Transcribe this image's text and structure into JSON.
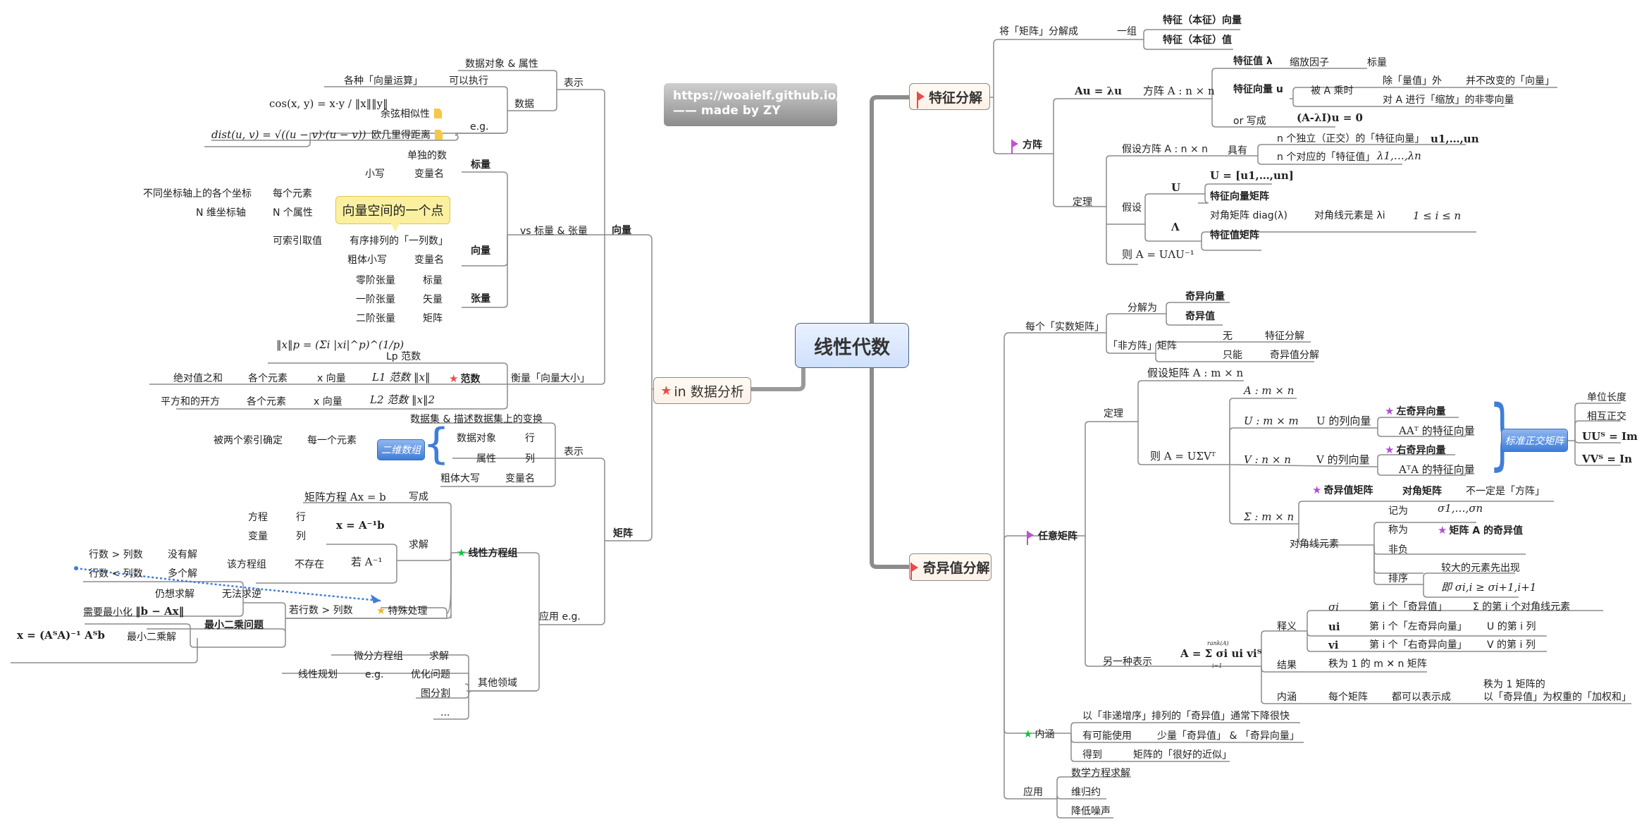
{
  "central": {
    "title": "线性代数"
  },
  "credit": {
    "line1": "https://woaielf.github.io/",
    "line2": "—— made by ZY"
  },
  "colors": {
    "accent_red": "#e84b4b",
    "accent_purple": "#c04fd3",
    "accent_green": "#11c240",
    "accent_blue": "#3f7ed8",
    "callout_yellow": "#fbf0a0"
  },
  "left": {
    "root": {
      "label": "in 数据分析",
      "icon": "star-icon"
    },
    "vector": {
      "label": "向量",
      "repr": {
        "label": "表示",
        "children": [
          "数据对象 & 属性"
        ],
        "data": "数据",
        "exec": "可以执行",
        "ops": "各种「向量运算」",
        "eg": "e.g.",
        "cos_formula": "cos(x, y) = x·y / ‖x‖‖y‖",
        "cos_label": "余弦相似性",
        "dist_formula": "dist(u, v) = √((u − v)·(u − v))",
        "dist_label": "欧几里得距离"
      },
      "vs": {
        "label": "vs 标量 & 张量",
        "scalar": {
          "label": "标量",
          "a": "单独的数",
          "b1": "小写",
          "b2": "变量名"
        },
        "vector": {
          "label": "向量",
          "callout": "向量空间的一个点",
          "e1a": "不同坐标轴上的各个坐标",
          "e1b": "每个元素",
          "e2a": "N 维坐标轴",
          "e2b": "N 个属性",
          "idx1": "可索引取值",
          "idx2": "有序排列的「一列数」",
          "n1": "粗体小写",
          "n2": "变量名"
        },
        "tensor": {
          "label": "张量",
          "rows": [
            [
              "零阶张量",
              "标量"
            ],
            [
              "一阶张量",
              "矢量"
            ],
            [
              "二阶张量",
              "矩阵"
            ]
          ]
        }
      },
      "norm": {
        "label": "范数",
        "icon": "star-icon",
        "measure": "衡量「向量大小」",
        "lp_formula": "‖x‖p = (Σi |xi|^p)^(1/p)",
        "lp_label": "Lp 范数",
        "l1": [
          "绝对值之和",
          "各个元素",
          "x 向量",
          "L1 范数 ‖x‖"
        ],
        "l2": [
          "平方和的开方",
          "各个元素",
          "x 向量",
          "L2 范数 ‖x‖2"
        ]
      }
    },
    "matrix": {
      "label": "矩阵",
      "repr": {
        "label": "表示",
        "top": "数据集 & 描述数据集上的变换",
        "box": "二维数组",
        "elem1": "被两个索引确定",
        "elem2": "每一个元素",
        "rows": [
          [
            "数据对象",
            "行"
          ],
          [
            "属性",
            "列"
          ]
        ],
        "n1": "粗体大写",
        "n2": "变量名"
      },
      "apply": {
        "label": "应用 e.g.",
        "linear": {
          "label": "线性方程组",
          "icon": "star-icon",
          "write1": "矩阵方程 Ax = b",
          "write2": "写成",
          "solve": "求解",
          "inv_formula": "x = A⁻¹b",
          "eq": [
            [
              "方程",
              "行"
            ],
            [
              "变量",
              "列"
            ]
          ],
          "noinv": [
            "若 A⁻¹",
            "不存在",
            "该方程组"
          ],
          "cases": [
            [
              "行数 > 列数",
              "没有解"
            ],
            [
              "行数 < 列数",
              "多个解"
            ]
          ],
          "special": {
            "label": "特殊处理",
            "cond": "若行数 > 列数",
            "ls": "最小二乘问题",
            "still1": "仍想求解",
            "still2": "无法求逆",
            "min1": "需要最小化",
            "min2": "‖b − Ax‖",
            "sol1": "x = (AᵀA)⁻¹ Aᵀb",
            "sol2": "最小二乘解"
          }
        },
        "other": {
          "label": "其他领域",
          "items": [
            [
              "微分方程组",
              "求解"
            ],
            [
              "线性规划",
              "e.g.",
              "优化问题"
            ],
            [
              "图分割"
            ],
            [
              "..."
            ]
          ]
        }
      }
    }
  },
  "right": {
    "eig": {
      "label": "特征分解",
      "icon": "flag-icon",
      "decomp": {
        "a": "将「矩阵」分解成",
        "b": "一组",
        "items": [
          "特征（本征）向量",
          "特征（本征）值"
        ]
      },
      "square": {
        "label": "方阵",
        "icon": "flag-icon",
        "def": {
          "eq": "Au = λu",
          "mat": "方阵 A : n × n",
          "val": [
            "特征值 λ",
            "缩放因子",
            "标量"
          ],
          "vec": [
            "特征向量 u",
            "被 A 乘时"
          ],
          "vec_desc": [
            [
              "除「量值」外",
              "并不改变的「向量」"
            ],
            [
              "对 A 进行「缩放」的非零向量"
            ]
          ],
          "or": [
            "or 写成",
            "(A-λI)u = 0"
          ]
        },
        "thm": {
          "label": "定理",
          "assume": "假设方阵 A : n × n",
          "has": "具有",
          "has_items": [
            [
              "n 个独立（正交）的「特征向量」",
              "u1,…,un"
            ],
            [
              "n 个对应的「特征值」",
              "λ1,…,λn"
            ]
          ],
          "suppose": "假设",
          "U": "U",
          "U_def": "U = [u1,…,un]",
          "U_name": "特征向量矩阵",
          "L": "Λ",
          "L_def": [
            "对角矩阵 diag(λ)",
            "对角线元素是 λi",
            "1 ≤ i ≤ n"
          ],
          "L_name": "特征值矩阵",
          "then": "则 A = UΛU⁻¹"
        }
      }
    },
    "svd": {
      "label": "奇异值分解",
      "icon": "flag-icon",
      "every": {
        "label": "每个「实数矩阵」",
        "split": "分解为",
        "split_items": [
          "奇异向量",
          "奇异值"
        ],
        "nonsq": "「非方阵」矩阵",
        "nonsq_items": [
          [
            "无",
            "特征分解"
          ],
          [
            "只能",
            "奇异值分解"
          ]
        ]
      },
      "any": {
        "label": "任意矩阵",
        "icon": "flag-icon",
        "thm": {
          "label": "定理",
          "assume": "假设矩阵 A : m × n",
          "then": "则 A = UΣVᵀ",
          "A": "A : m × n",
          "U": [
            "U : m × m",
            "U 的列向量"
          ],
          "U_items": [
            "左奇异向量",
            "AAᵀ 的特征向量"
          ],
          "V": [
            "V : n × n",
            "V 的列向量"
          ],
          "V_items": [
            "右奇异向量",
            "AᵀA 的特征向量"
          ],
          "ortho": {
            "label": "标准正交矩阵",
            "items": [
              "单位长度",
              "相互正交",
              "UUᵀ = Im",
              "VVᵀ = In"
            ]
          },
          "S": "Σ : m × n",
          "S_top": [
            "奇异值矩阵",
            "对角矩阵",
            "不一定是「方阵」"
          ],
          "diag": "对角线元素",
          "diag_items": [
            [
              "记为",
              "σ1,…,σn"
            ],
            [
              "称为",
              "矩阵 A 的奇异值"
            ],
            [
              "非负"
            ],
            [
              "排序"
            ]
          ],
          "sort": [
            "较大的元素先出现",
            "即 σi,i ≥ σi+1,i+1"
          ]
        },
        "alt": {
          "label": "另一种表示",
          "formula": "A = Σ σi ui viᵀ",
          "sum_top": "rank(A)",
          "sum_bot": "i=1",
          "meaning": "释义",
          "meaning_rows": [
            [
              "σi",
              "第 i 个「奇异值」",
              "Σ 的第 i 个对角线元素"
            ],
            [
              "ui",
              "第 i 个「左奇异向量」",
              "U 的第 i 列"
            ],
            [
              "vi",
              "第 i 个「右奇异向量」",
              "V 的第 i 列"
            ]
          ],
          "result": [
            "结果",
            "秩为 1 的 m ✕ n 矩阵"
          ],
          "inner": [
            "内涵",
            "每个矩阵",
            "都可以表示成",
            "秩为 1 矩阵的",
            "以「奇异值」为权重的「加权和」"
          ]
        }
      },
      "meaning": {
        "label": "内涵",
        "icon": "star-icon",
        "items": [
          [
            "以「非递增序」排列的「奇异值」通常下降很快"
          ],
          [
            "有可能使用",
            "少量「奇异值」 & 「奇异向量」"
          ],
          [
            "得到",
            "矩阵的「很好的近似」"
          ]
        ]
      },
      "apps": {
        "label": "应用",
        "items": [
          "数学方程求解",
          "维归约",
          "降低噪声"
        ]
      }
    }
  }
}
